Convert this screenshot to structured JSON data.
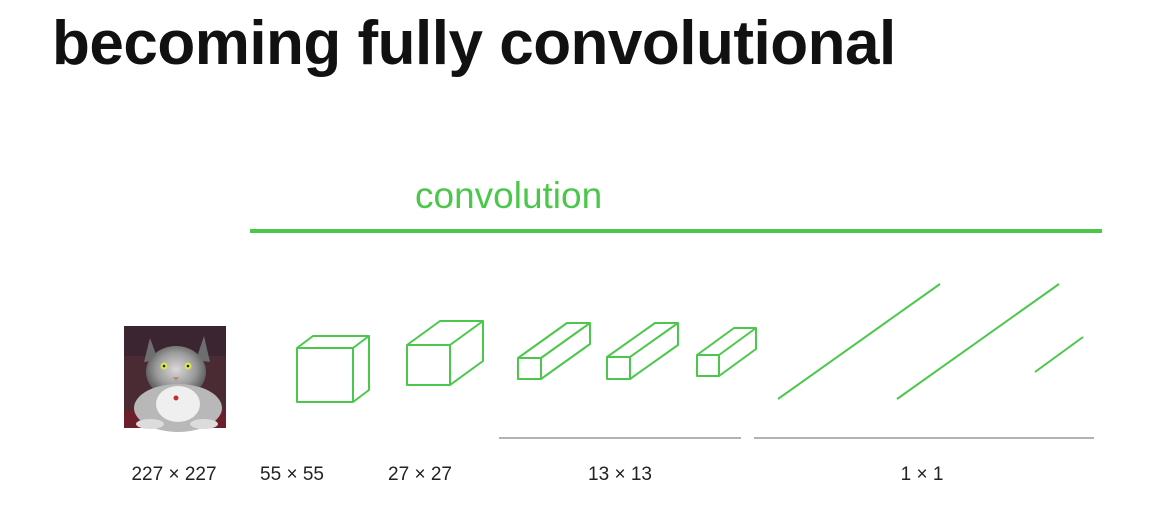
{
  "slide": {
    "title": "becoming fully convolutional"
  },
  "header": {
    "convolution_label": "convolution"
  },
  "colors": {
    "green": "#4bc84b",
    "gray_rule": "#999999",
    "title": "#111111"
  },
  "dimension_labels": [
    "227 × 227",
    "55 × 55",
    "27 × 27",
    "13 × 13",
    "1 × 1"
  ],
  "image": {
    "subject": "cat photo"
  }
}
